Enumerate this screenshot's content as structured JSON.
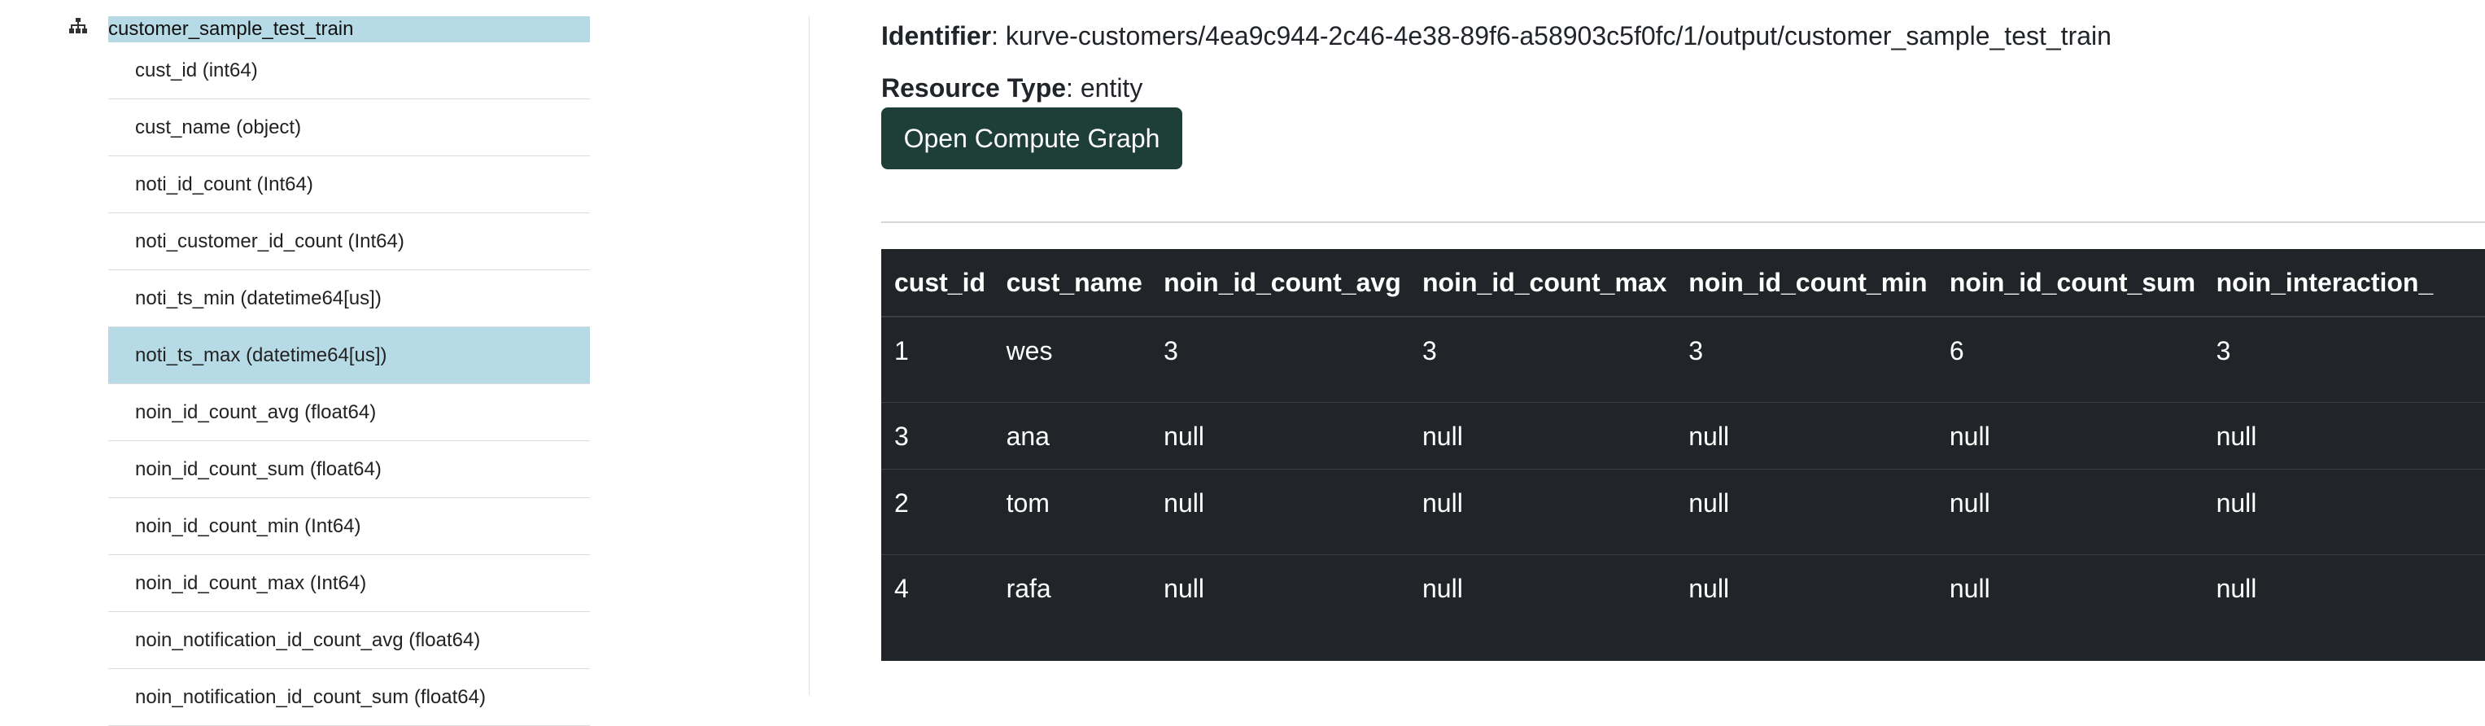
{
  "sidebar": {
    "root_icon": "tree-structure-icon",
    "root_label": "customer_sample_test_train",
    "fields": [
      {
        "label": "cust_id (int64)",
        "selected": false
      },
      {
        "label": "cust_name (object)",
        "selected": false
      },
      {
        "label": "noti_id_count (Int64)",
        "selected": false
      },
      {
        "label": "noti_customer_id_count (Int64)",
        "selected": false
      },
      {
        "label": "noti_ts_min (datetime64[us])",
        "selected": false
      },
      {
        "label": "noti_ts_max (datetime64[us])",
        "selected": true
      },
      {
        "label": "noin_id_count_avg (float64)",
        "selected": false
      },
      {
        "label": "noin_id_count_sum (float64)",
        "selected": false
      },
      {
        "label": "noin_id_count_min (Int64)",
        "selected": false
      },
      {
        "label": "noin_id_count_max (Int64)",
        "selected": false
      },
      {
        "label": "noin_notification_id_count_avg (float64)",
        "selected": false
      },
      {
        "label": "noin_notification_id_count_sum (float64)",
        "selected": false
      }
    ]
  },
  "details": {
    "identifier_label": "Identifier",
    "identifier_value": ": kurve-customers/4ea9c944-2c46-4e38-89f6-a58903c5f0fc/1/output/customer_sample_test_train",
    "resource_type_label": "Resource Type",
    "resource_type_value": ": entity",
    "open_graph_button": "Open Compute Graph"
  },
  "table": {
    "columns": [
      "cust_id",
      "cust_name",
      "noin_id_count_avg",
      "noin_id_count_max",
      "noin_id_count_min",
      "noin_id_count_sum",
      "noin_interaction_"
    ],
    "rows": [
      [
        "1",
        "wes",
        "3",
        "3",
        "3",
        "6",
        "3"
      ],
      [
        "3",
        "ana",
        "null",
        "null",
        "null",
        "null",
        "null"
      ],
      [
        "2",
        "tom",
        "null",
        "null",
        "null",
        "null",
        "null"
      ],
      [
        "4",
        "rafa",
        "null",
        "null",
        "null",
        "null",
        "null"
      ]
    ]
  },
  "colors": {
    "selected_bg": "#b7dbe6",
    "button_bg": "#1d3f37",
    "table_bg": "#212529"
  }
}
